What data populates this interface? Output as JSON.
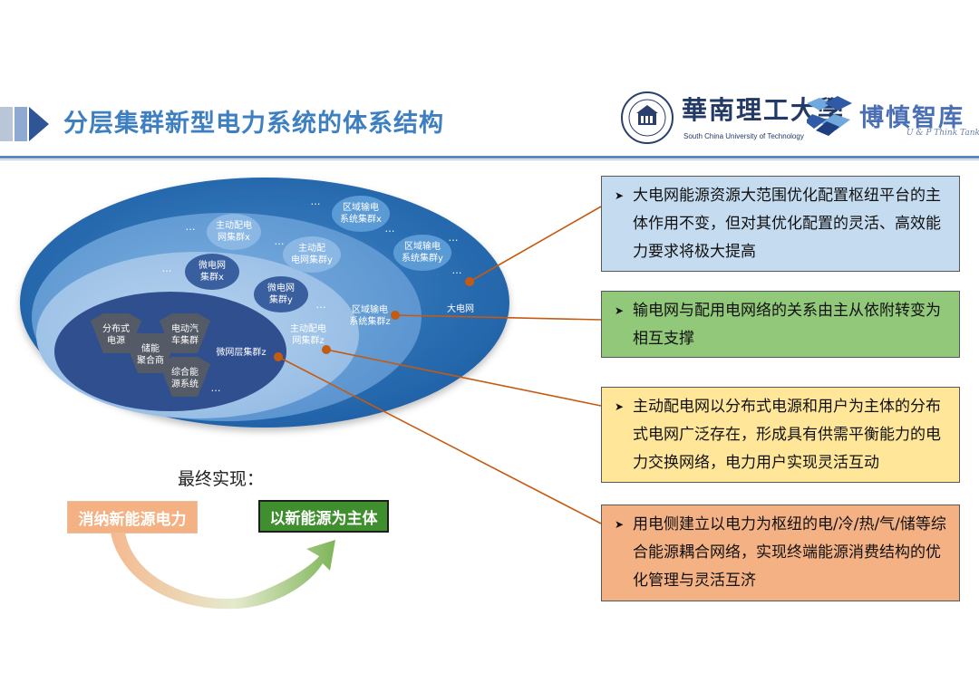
{
  "header": {
    "title": "分层集群新型电力系统的体系结构",
    "university_cn": "華南理工大學",
    "university_en": "South China University of Technology",
    "tank_cn": "博慎智库",
    "tank_en": "U & P Think Tank"
  },
  "diagram": {
    "outer_label": "大电网",
    "outer_clusters": [
      {
        "line1": "区域输电",
        "line2": "系统集群x"
      },
      {
        "line1": "区域输电",
        "line2": "系统集群y"
      },
      {
        "line1": "区域输电",
        "line2": "系统集群z"
      }
    ],
    "mid_clusters": [
      {
        "line1": "主动配电",
        "line2": "网集群x"
      },
      {
        "line1": "主动配",
        "line2": "电网集群y"
      },
      {
        "line1": "主动配电",
        "line2": "网集群z"
      }
    ],
    "micro_clusters": [
      {
        "line1": "微电网",
        "line2": "集群x"
      },
      {
        "line1": "微电网",
        "line2": "集群y"
      }
    ],
    "micro_z_label": "微网层集群z",
    "hexes": [
      {
        "line1": "分布式",
        "line2": "电源"
      },
      {
        "line1": "电动汽",
        "line2": "车集群"
      },
      {
        "line1": "储能",
        "line2": "聚合商"
      },
      {
        "line1": "综合能",
        "line2": "源系统"
      }
    ],
    "ellipsis": "…"
  },
  "boxes": [
    {
      "text": "大电网能源资源大范围优化配置枢纽平台的主体作用不变，但对其优化配置的灵活、高效能力要求将极大提高",
      "fill": "#c5dcf0"
    },
    {
      "text": "输电网与配用电网络的关系由主从依附转变为相互支撑",
      "fill": "#92c87a"
    },
    {
      "text": "主动配电网以分布式电源和用户为主体的分布式电网广泛存在，形成具有供需平衡能力的电力交换网络，电力用户实现灵活互动",
      "fill": "#ffe699"
    },
    {
      "text": "用电侧建立以电力为枢纽的电/冷/热/气/储等综合能源耦合网络，实现终端能源消费结构的优化管理与灵活互济",
      "fill": "#f4b183"
    }
  ],
  "goal": {
    "label": "最终实现：",
    "from": "消纳新能源电力",
    "to": "以新能源为主体"
  },
  "colors": {
    "title": "#3d7fc1",
    "outer_ellipse": "#2e75b6",
    "mid_ellipse": "#5b9bd5",
    "inner_ellipse": "#9dc3e6",
    "micro_ellipse": "#2f4f8f",
    "connector": "#c55a11"
  }
}
